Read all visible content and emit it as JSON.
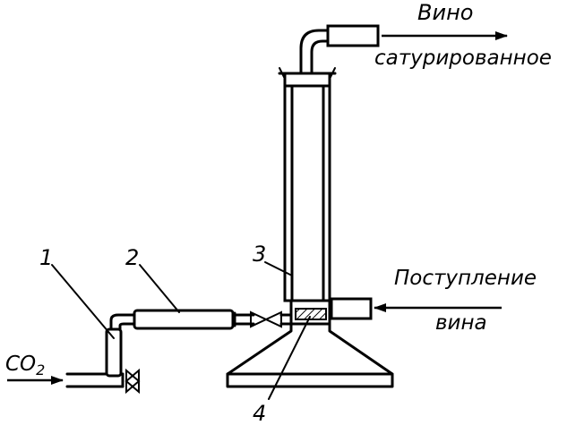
{
  "labels": {
    "wine_out_line1": "Вино",
    "wine_out_line2": "сатурированное",
    "wine_in_line1": "Поступление",
    "wine_in_line2": "вина",
    "gas_inlet": "CO",
    "gas_inlet_sub": "2",
    "part1": "1",
    "part2": "2",
    "part3": "3",
    "part4": "4"
  }
}
